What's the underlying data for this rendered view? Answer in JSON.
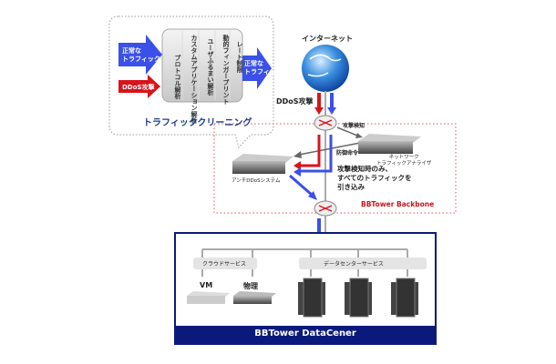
{
  "cleaning": {
    "title": "トラフィッククリーニング",
    "input_normal": [
      "正常な",
      "トラフィック"
    ],
    "input_ddos": "DDoS攻撃",
    "output_normal": [
      "正常な",
      "トラフィック"
    ],
    "stages": [
      "プロトコル解析",
      "カスタムアプリケーション解析",
      "ユーザふるまい解析",
      "動的フィンガープリント",
      "レート制限"
    ]
  },
  "internet": {
    "label": "インターネット",
    "ddos_label": "DDoS攻撃"
  },
  "backbone": {
    "label": "BBTower Backbone",
    "detect_label": "攻撃検知",
    "defense_label": "防御命令",
    "analyzer_label": [
      "ネットワーク",
      "トラフィックアナライザ"
    ],
    "anti_ddos_label": "アンチDDoSシステム",
    "note": [
      "攻撃検知時のみ、",
      "すべてのトラフィックを",
      "引き込み"
    ]
  },
  "datacenter": {
    "label": "BBTower DataCener",
    "cloud_services": "クラウドサービス",
    "dc_services": "データセンターサービス",
    "vm_label": "VM",
    "physical_label": "物理"
  },
  "colors": {
    "attack": "#d8141b",
    "normal": "#3a50e8",
    "navy": "#0b1a7a",
    "backbone_label": "#c8141b"
  }
}
